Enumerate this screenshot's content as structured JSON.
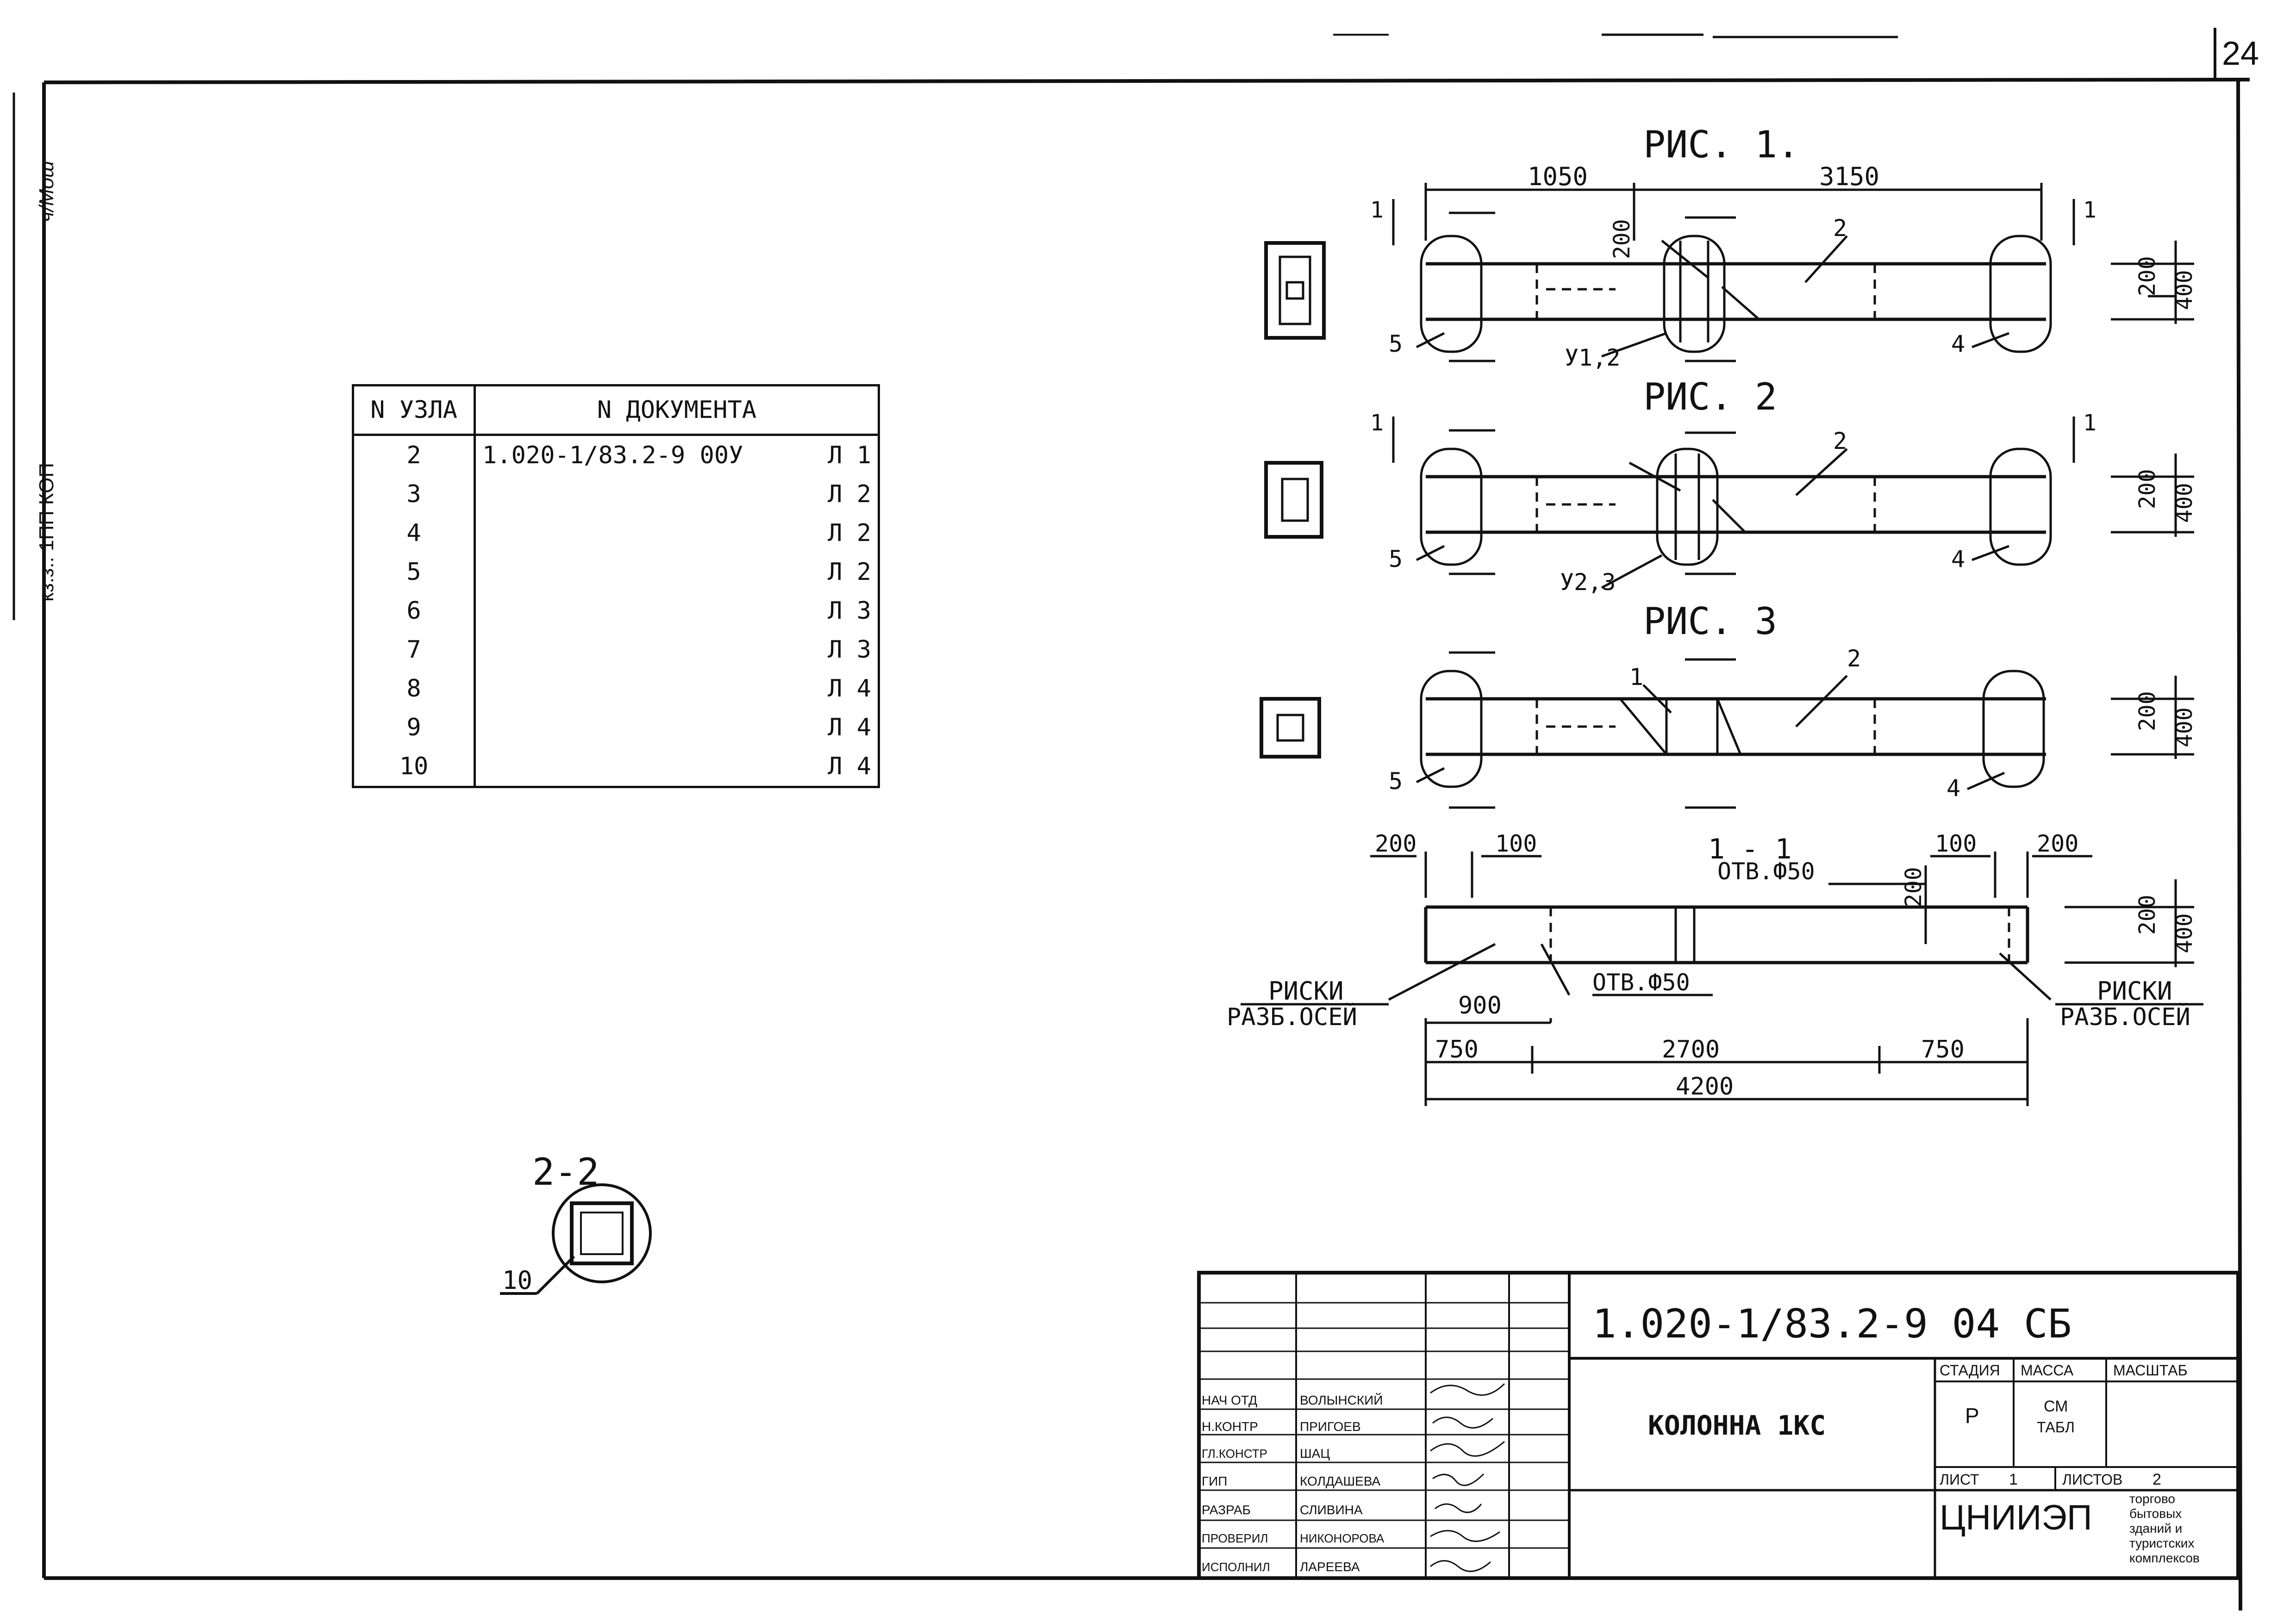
{
  "page_number": "24",
  "side_stamp": "кз.з.. 1ПП КОП",
  "side_signature": "ч/Мош",
  "node_table": {
    "headers": [
      "N УЗЛА",
      "N ДОКУМЕНТА"
    ],
    "rows": [
      {
        "node": "2",
        "doc": "1.020-1/83.2-9 00У",
        "sheet": "Л 1"
      },
      {
        "node": "3",
        "doc": "",
        "sheet": "Л 2"
      },
      {
        "node": "4",
        "doc": "",
        "sheet": "Л 2"
      },
      {
        "node": "5",
        "doc": "",
        "sheet": "Л 2"
      },
      {
        "node": "6",
        "doc": "",
        "sheet": "Л 3"
      },
      {
        "node": "7",
        "doc": "",
        "sheet": "Л 3"
      },
      {
        "node": "8",
        "doc": "",
        "sheet": "Л 4"
      },
      {
        "node": "9",
        "doc": "",
        "sheet": "Л 4"
      },
      {
        "node": "10",
        "doc": "",
        "sheet": "Л 4"
      }
    ]
  },
  "figures": {
    "fig1_title": "РИС. 1.",
    "fig2_title": "РИС. 2",
    "fig3_title": "РИС. 3",
    "dim_1050": "1050",
    "dim_3150": "3150",
    "dim_200": "200",
    "dim_400": "400",
    "dim_100": "100",
    "dim_900": "900",
    "dim_750": "750",
    "dim_2700": "2700",
    "dim_4200": "4200",
    "label_1": "1",
    "label_2": "2",
    "label_4": "4",
    "label_5": "5",
    "label_10": "10",
    "callout_u12": "У1,2",
    "callout_u23": "У2,3",
    "section_11": "1 - 1",
    "section_22": "2-2",
    "hole_top": "ОТВ.Ф50",
    "hole_bottom": "ОТВ.Ф50",
    "marks_label": "РИСКИ",
    "marks_sub_left": "РАЗБ.ОСЕЙ",
    "marks_sub_right": "РАЗБ.ОСЕЙ"
  },
  "title_block": {
    "doc_code": "1.020-1/83.2-9 04 СБ",
    "item_name": "КОЛОННА 1КС",
    "stage_header": "СТАДИЯ",
    "mass_header": "МАССА",
    "scale_header": "МАСШТАБ",
    "stage_value": "Р",
    "mass_value_1": "СМ",
    "mass_value_2": "ТАБЛ",
    "sheet_label": "ЛИСТ",
    "sheet_value": "1",
    "sheets_label": "ЛИСТОВ",
    "sheets_value": "2",
    "org": "ЦНИИЭП",
    "org_desc": [
      "торгово",
      "бытовых",
      "зданий и",
      "туристских",
      "комплексов"
    ],
    "staff": [
      {
        "role": "НАЧ ОТД",
        "name": "ВОЛЫНСКИЙ"
      },
      {
        "role": "Н.КОНТР",
        "name": "ПРИГОЕВ"
      },
      {
        "role": "ГЛ.КОНСТР",
        "name": "ШАЦ"
      },
      {
        "role": "ГИП",
        "name": "КОЛДАШЕВА"
      },
      {
        "role": "РАЗРАБ",
        "name": "СЛИВИНА"
      },
      {
        "role": "ПРОВЕРИЛ",
        "name": "НИКОНОРОВА"
      },
      {
        "role": "ИСПОЛНИЛ",
        "name": "ЛАРЕЕВА"
      }
    ]
  }
}
